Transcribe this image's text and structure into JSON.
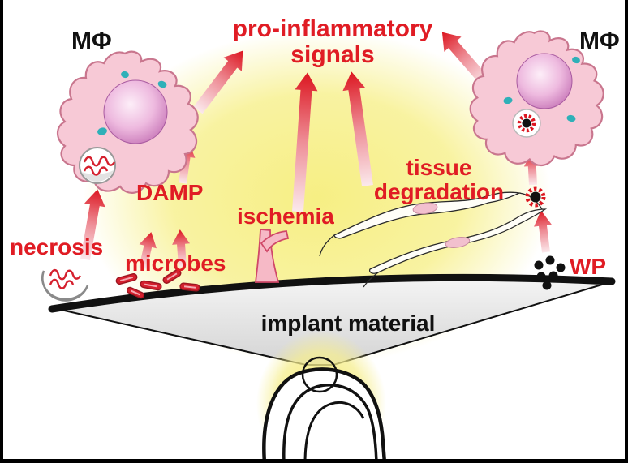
{
  "title": "Implant material pro-inflammatory signalling diagram",
  "colors": {
    "label_red": "#e01c24",
    "text_black": "#111111",
    "glow_yellow": "#f6ee7d",
    "cell_fill_pink": "#f7c9d6",
    "cell_outline_pink": "#c9768e",
    "nucleus_purple": "#c06ab0",
    "granule_teal": "#2fb0b8",
    "arrow_head_red": "#dc1620",
    "arrow_tail_pink": "#fbe9ec",
    "implant_cone_gray": "#e2e2e2",
    "microbe_red": "#d5202e",
    "wear_particle_black": "#111111"
  },
  "labels": {
    "macrophage_left": "MΦ",
    "macrophage_right": "MΦ",
    "pro_inflammatory": {
      "line1": "pro-inflammatory",
      "line2": "signals"
    },
    "damp": "DAMP",
    "ischemia": "ischemia",
    "tissue_degradation": {
      "line1": "tissue",
      "line2": "degradation"
    },
    "necrosis": "necrosis",
    "microbes": "microbes",
    "wear_particles": "WP",
    "implant_material": "implant material"
  }
}
